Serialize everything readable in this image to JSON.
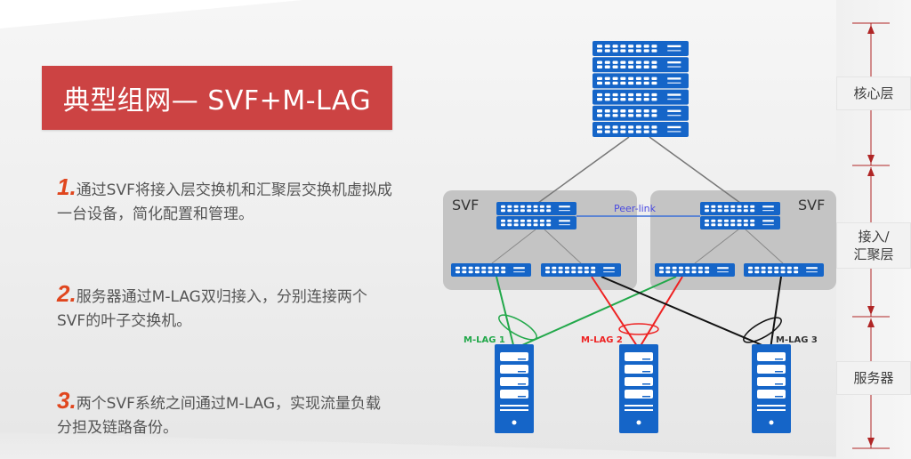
{
  "title": "典型组网— SVF+M-LAG",
  "points": [
    {
      "num": "1.",
      "text": "通过SVF将接入层交换机和汇聚层交换机虚拟成一台设备，简化配置和管理。"
    },
    {
      "num": "2.",
      "text": "服务器通过M-LAG双归接入，分别连接两个SVF的叶子交换机。"
    },
    {
      "num": "3.",
      "text": "两个SVF系统之间通过M-LAG，实现流量负载分担及链路备份。"
    }
  ],
  "diagram": {
    "svf_left_label": "SVF",
    "svf_right_label": "SVF",
    "peer_link_label": "Peer-link",
    "mlag_labels": [
      "M-LAG 1",
      "M-LAG 2",
      "M-LAG 3"
    ],
    "colors": {
      "device": "#1565c8",
      "svf_box": "#c4c4c4",
      "mlag1": "#22a84a",
      "mlag2": "#ee2222",
      "mlag3": "#111111",
      "peer_link": "#3050d8",
      "layer_arrow": "#b02525",
      "title_bg": "#cc4343",
      "point_number": "#e0461e"
    }
  },
  "layers": {
    "core": "核心层",
    "access_line1": "接入/",
    "access_line2": "汇聚层",
    "server": "服务器"
  }
}
